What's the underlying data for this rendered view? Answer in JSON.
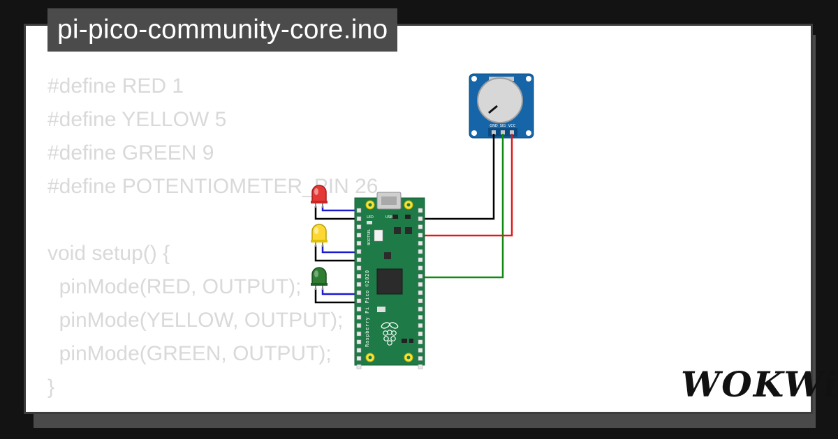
{
  "header": {
    "title": "pi-pico-community-core.ino"
  },
  "code_lines": [
    "#define RED 1",
    "#define YELLOW 5",
    "#define GREEN 9",
    "#define POTENTIOMETER_PIN 26",
    "",
    "void setup() {",
    "  pinMode(RED, OUTPUT);",
    "  pinMode(YELLOW, OUTPUT);",
    "  pinMode(GREEN, OUTPUT);",
    "}"
  ],
  "board": {
    "usb_label": "USB",
    "led_label": "LED",
    "bootsel_label": "BOOTSEL",
    "silkscreen": "Raspberry Pi Pico ©2020"
  },
  "potentiometer": {
    "pins": [
      "GND",
      "SIG",
      "VCC"
    ]
  },
  "components": {
    "leds": [
      {
        "name": "red",
        "color": "#e53935"
      },
      {
        "name": "yellow",
        "color": "#fdd835"
      },
      {
        "name": "green",
        "color": "#2e7d32"
      }
    ]
  },
  "wire_colors": {
    "gnd": "#000000",
    "signal": "#1a1ad0",
    "vcc": "#e11a1a",
    "pot_signal": "#118a11"
  },
  "brand": {
    "logo_text": "WOKWi"
  }
}
